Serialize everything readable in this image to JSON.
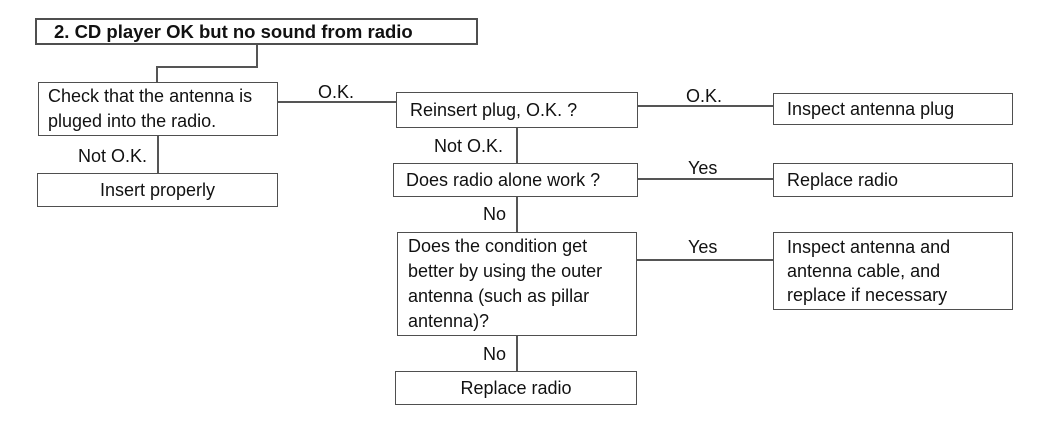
{
  "diagram": {
    "nodes": {
      "title": {
        "text": "2. CD player OK but no sound from radio"
      },
      "check_antenna": {
        "lines": [
          "Check that the antenna is",
          "pluged into the radio."
        ]
      },
      "insert_properly": {
        "text": "Insert properly"
      },
      "reinsert_plug": {
        "text": "Reinsert plug, O.K. ?"
      },
      "inspect_antenna_plug": {
        "text": "Inspect antenna plug"
      },
      "does_radio_alone_work": {
        "text": "Does radio alone work ?"
      },
      "replace_radio_right": {
        "text": "Replace radio"
      },
      "condition_outer_antenna": {
        "lines": [
          "Does the condition get",
          "better by using the outer",
          "antenna (such as pillar",
          "antenna)?"
        ]
      },
      "inspect_antenna_cable": {
        "lines": [
          "Inspect antenna and",
          "antenna cable, and",
          "replace if necessary"
        ]
      },
      "replace_radio_bottom": {
        "text": "Replace radio"
      }
    },
    "labels": {
      "ok_first": "O.K.",
      "ok_second": "O.K.",
      "not_ok_first": "Not O.K.",
      "not_ok_second": "Not O.K.",
      "yes_first": "Yes",
      "yes_second": "Yes",
      "no_first": "No",
      "no_second": "No"
    },
    "colors": {
      "border": "#4f4f4f",
      "line": "#555555",
      "text": "#111111",
      "background": "#ffffff"
    }
  }
}
